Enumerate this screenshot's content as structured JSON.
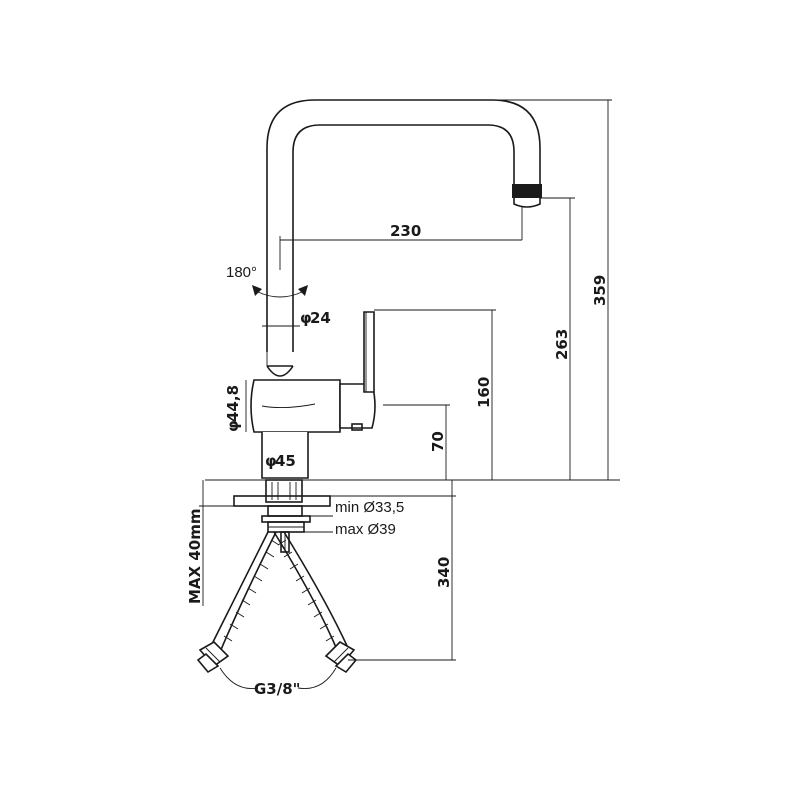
{
  "dimensions": {
    "reach": "230",
    "rotation": "180°",
    "spout_diameter": "24",
    "body_diameter": "44,8",
    "base_diameter": "45",
    "height_total": "359",
    "spout_height": "263",
    "lever_height": "160",
    "body_height": "70",
    "hose_length": "340",
    "hole_min": "min Ø33,5",
    "hole_max": "max Ø39",
    "deck_thickness": "MAX 40mm",
    "connection": "G3/8\""
  },
  "symbols": {
    "diameter": "φ"
  }
}
